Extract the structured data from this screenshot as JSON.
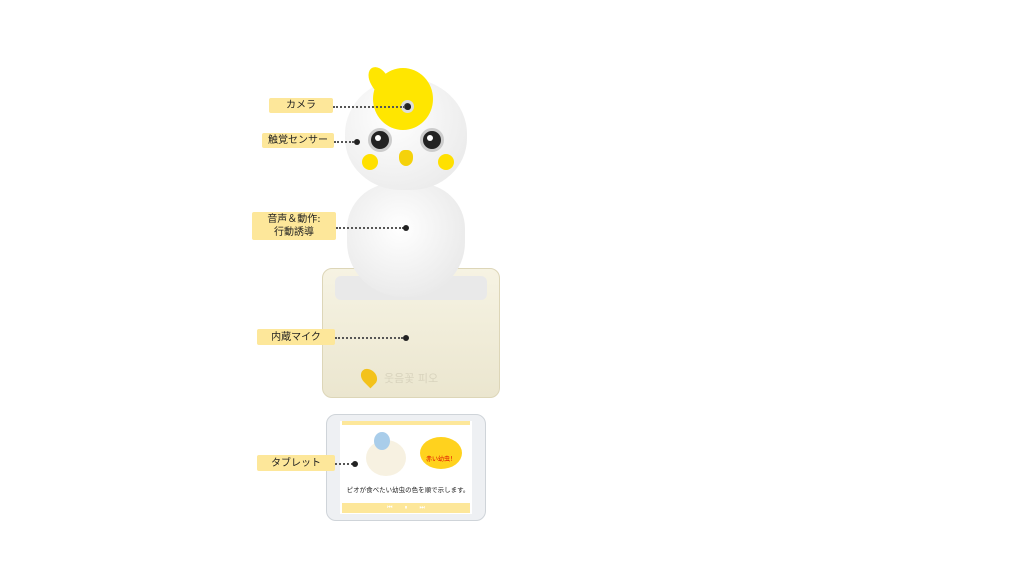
{
  "labels": {
    "camera": "カメラ",
    "touch_sensor": "触覚センサー",
    "voice_motion_line1": "音声＆動作:",
    "voice_motion_line2": "行動誘導",
    "microphone": "内蔵マイク",
    "tablet": "タブレット"
  },
  "base_logo": "웃음꽃 피오",
  "tablet_screen": {
    "bubble": "赤い幼虫！",
    "caption": "ピオが食べたい幼虫の色を順で示します。",
    "controls": [
      "⏮",
      "⏸",
      "⏭"
    ]
  },
  "colors": {
    "label_bg": "#fde79a",
    "accent": "#ffe600"
  }
}
